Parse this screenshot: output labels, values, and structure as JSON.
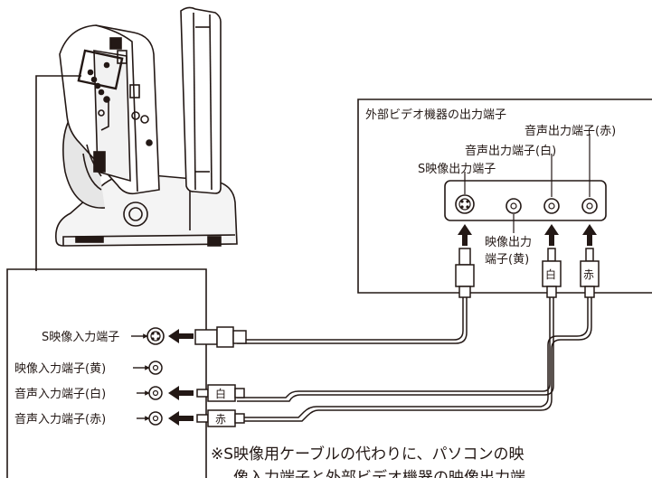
{
  "external_device": {
    "title": "外部ビデオ機器の出力端子",
    "s_video_out": "S映像出力端子",
    "audio_out_white": "音声出力端子(白)",
    "audio_out_red": "音声出力端子(赤)",
    "video_out_yellow_line1": "映像出力",
    "video_out_yellow_line2": "端子(黄)"
  },
  "unit_inputs": {
    "s_video_in": "S映像入力端子",
    "video_in_yellow": "映像入力端子(黄)",
    "audio_in_white": "音声入力端子(白)",
    "audio_in_red": "音声入力端子(赤)"
  },
  "plug_tags": {
    "white": "白",
    "red": "赤"
  },
  "note": {
    "line1": "※S映像用ケーブルの代わりに、パソコンの映",
    "line2": "像入力端子と外部ビデオ機器の映像出力端"
  },
  "colors": {
    "line": "#231815",
    "background": "#ffffff"
  }
}
